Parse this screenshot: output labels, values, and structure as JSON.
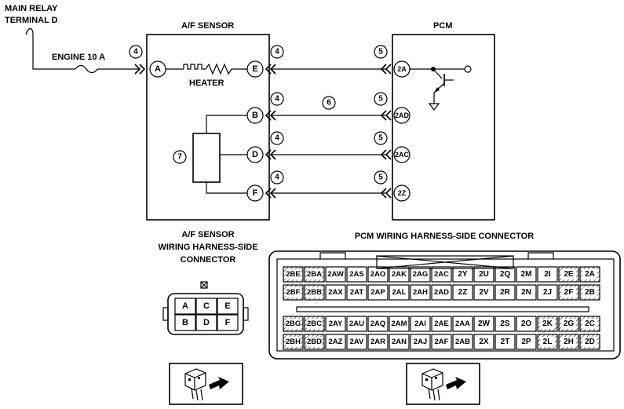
{
  "labels": {
    "main_relay_line1": "MAIN RELAY",
    "main_relay_line2": "TERMINAL D",
    "engine_fuse": "ENGINE 10 A",
    "af_sensor": "A/F SENSOR",
    "pcm": "PCM",
    "heater": "HEATER",
    "af_connector_line1": "A/F SENSOR",
    "af_connector_line2": "WIRING HARNESS-SIDE",
    "af_connector_line3": "CONNECTOR",
    "pcm_connector": "PCM WIRING HARNESS-SIDE CONNECTOR"
  },
  "af_pins": [
    "A",
    "E",
    "B",
    "D",
    "F"
  ],
  "pcm_pins": [
    "2A",
    "2AD",
    "2AC",
    "2Z"
  ],
  "callouts": {
    "four": "4",
    "five": "5",
    "six": "6",
    "seven": "7"
  },
  "af_connector_cells": [
    [
      "A",
      "C",
      "E"
    ],
    [
      "B",
      "D",
      "F"
    ]
  ],
  "pcm_connector_rows": [
    [
      "2BE",
      "2BA",
      "2AW",
      "2AS",
      "2AO",
      "2AK",
      "2AG",
      "2AC",
      "2Y",
      "2U",
      "2Q",
      "2M",
      "2I",
      "2E",
      "2A"
    ],
    [
      "2BF",
      "2BB",
      "2AX",
      "2AT",
      "2AP",
      "2AL",
      "2AH",
      "2AD",
      "2Z",
      "2V",
      "2R",
      "2N",
      "2J",
      "2F",
      "2B"
    ],
    [
      "2BG",
      "2BC",
      "2AY",
      "2AU",
      "2AQ",
      "2AM",
      "2AI",
      "2AE",
      "2AA",
      "2W",
      "2S",
      "2O",
      "2K",
      "2G",
      "2C"
    ],
    [
      "2BH",
      "2BD",
      "2AZ",
      "2AV",
      "2AR",
      "2AN",
      "2AJ",
      "2AF",
      "2AB",
      "2X",
      "2T",
      "2P",
      "2L",
      "2H",
      "2D"
    ]
  ]
}
